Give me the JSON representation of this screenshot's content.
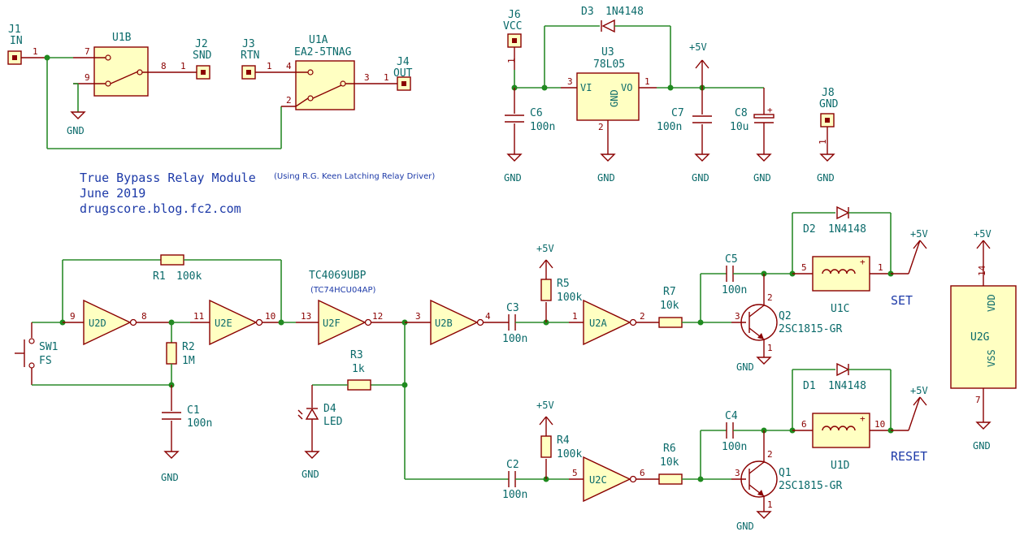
{
  "title": {
    "line1": "True Bypass Relay Module",
    "note": "(Using R.G. Keen Latching Relay Driver)",
    "line2": "June 2019",
    "line3": "drugscore.blog.fc2.com"
  },
  "connectors": {
    "j1": {
      "ref": "J1",
      "name": "IN",
      "pin": "1"
    },
    "j2": {
      "ref": "J2",
      "name": "SND",
      "pin": "1"
    },
    "j3": {
      "ref": "J3",
      "name": "RTN",
      "pin": "1"
    },
    "j4": {
      "ref": "J4",
      "name": "OUT",
      "pin": "1"
    },
    "j6": {
      "ref": "J6",
      "name": "VCC",
      "pin": "1"
    },
    "j8": {
      "ref": "J8",
      "name": "GND",
      "pin": "1"
    }
  },
  "relay": {
    "u1b": {
      "ref": "U1B",
      "pins": [
        "7",
        "9",
        "8"
      ]
    },
    "u1a": {
      "ref": "U1A",
      "value": "EA2-5TNAG",
      "pins": [
        "4",
        "2",
        "3"
      ]
    },
    "u1c": {
      "ref": "U1C",
      "pins": [
        "5",
        "1"
      ]
    },
    "u1d": {
      "ref": "U1D",
      "pins": [
        "6",
        "10"
      ]
    }
  },
  "regulator": {
    "ref": "U3",
    "value": "78L05",
    "vi": "VI",
    "vo": "VO",
    "gnd": "GND",
    "pins": [
      "3",
      "1",
      "2"
    ]
  },
  "inverters": {
    "ref_label": "TC4069UBP",
    "alt_label": "(TC74HCU04AP)",
    "u2d": {
      "name": "U2D",
      "in": "9",
      "out": "8"
    },
    "u2e": {
      "name": "U2E",
      "in": "11",
      "out": "10"
    },
    "u2f": {
      "name": "U2F",
      "in": "13",
      "out": "12"
    },
    "u2b": {
      "name": "U2B",
      "in": "3",
      "out": "4"
    },
    "u2a": {
      "name": "U2A",
      "in": "1",
      "out": "2"
    },
    "u2c": {
      "name": "U2C",
      "in": "5",
      "out": "6"
    },
    "u2g": {
      "name": "U2G",
      "vdd": "VDD",
      "vss": "VSS",
      "pin_vdd": "14",
      "pin_vss": "7"
    }
  },
  "passives": {
    "r1": {
      "ref": "R1",
      "value": "100k"
    },
    "r2": {
      "ref": "R2",
      "value": "1M"
    },
    "r3": {
      "ref": "R3",
      "value": "1k"
    },
    "r4": {
      "ref": "R4",
      "value": "100k"
    },
    "r5": {
      "ref": "R5",
      "value": "100k"
    },
    "r6": {
      "ref": "R6",
      "value": "10k"
    },
    "r7": {
      "ref": "R7",
      "value": "10k"
    },
    "c1": {
      "ref": "C1",
      "value": "100n"
    },
    "c2": {
      "ref": "C2",
      "value": "100n"
    },
    "c3": {
      "ref": "C3",
      "value": "100n"
    },
    "c4": {
      "ref": "C4",
      "value": "100n"
    },
    "c5": {
      "ref": "C5",
      "value": "100n"
    },
    "c6": {
      "ref": "C6",
      "value": "100n"
    },
    "c7": {
      "ref": "C7",
      "value": "100n"
    },
    "c8": {
      "ref": "C8",
      "value": "10u"
    }
  },
  "diodes": {
    "d1": {
      "ref": "D1",
      "value": "1N4148"
    },
    "d2": {
      "ref": "D2",
      "value": "1N4148"
    },
    "d3": {
      "ref": "D3",
      "value": "1N4148"
    },
    "d4": {
      "ref": "D4",
      "value": "LED"
    }
  },
  "transistors": {
    "q1": {
      "ref": "Q1",
      "value": "2SC1815-GR",
      "pins": [
        "2",
        "3",
        "1"
      ]
    },
    "q2": {
      "ref": "Q2",
      "value": "2SC1815-GR",
      "pins": [
        "2",
        "3",
        "1"
      ]
    }
  },
  "switch": {
    "ref": "SW1",
    "value": "FS"
  },
  "power": {
    "gnd": "GND",
    "vplus": "+5V"
  },
  "labels": {
    "set": "SET",
    "reset": "RESET"
  }
}
